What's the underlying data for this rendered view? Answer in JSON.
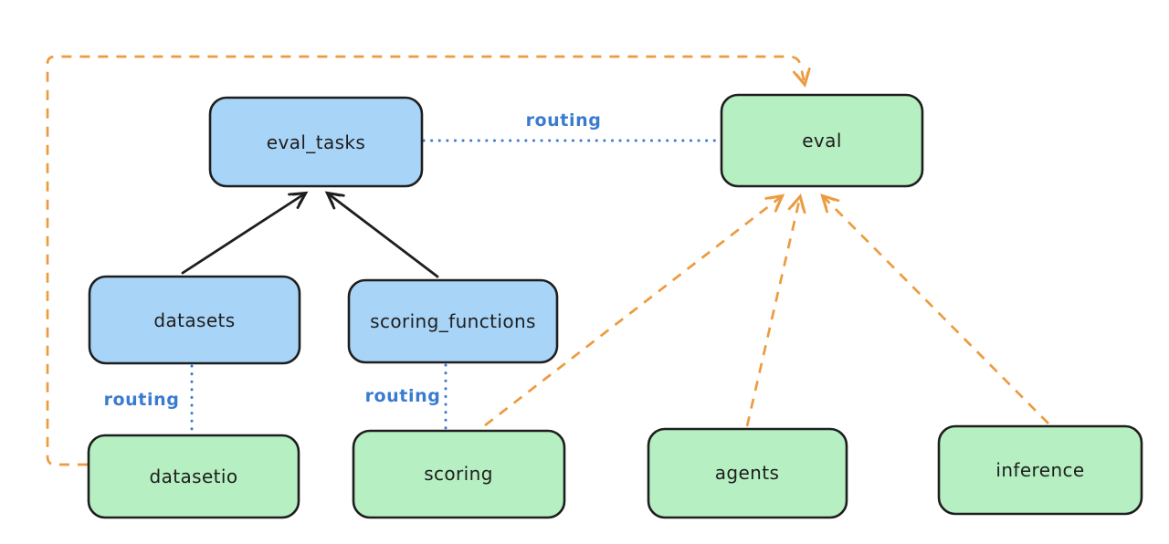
{
  "diagram": {
    "nodes": [
      {
        "id": "eval_tasks",
        "label": "eval_tasks",
        "fill": "blue"
      },
      {
        "id": "eval",
        "label": "eval",
        "fill": "green"
      },
      {
        "id": "datasets",
        "label": "datasets",
        "fill": "blue"
      },
      {
        "id": "scoring_functions",
        "label": "scoring_functions",
        "fill": "blue"
      },
      {
        "id": "datasetio",
        "label": "datasetio",
        "fill": "green"
      },
      {
        "id": "scoring",
        "label": "scoring",
        "fill": "green"
      },
      {
        "id": "agents",
        "label": "agents",
        "fill": "green"
      },
      {
        "id": "inference",
        "label": "inference",
        "fill": "green"
      }
    ],
    "edges": [
      {
        "from": "datasets",
        "to": "eval_tasks",
        "style": "solid-arrow",
        "color": "black"
      },
      {
        "from": "scoring_functions",
        "to": "eval_tasks",
        "style": "solid-arrow",
        "color": "black"
      },
      {
        "from": "eval_tasks",
        "to": "eval",
        "style": "dotted",
        "color": "blue",
        "label": "routing"
      },
      {
        "from": "datasets",
        "to": "datasetio",
        "style": "dotted",
        "color": "blue",
        "label": "routing"
      },
      {
        "from": "scoring_functions",
        "to": "scoring",
        "style": "dotted",
        "color": "blue",
        "label": "routing"
      },
      {
        "from": "datasetio",
        "to": "eval",
        "style": "dashed-arrow",
        "color": "orange"
      },
      {
        "from": "scoring",
        "to": "eval",
        "style": "dashed-arrow",
        "color": "orange"
      },
      {
        "from": "agents",
        "to": "eval",
        "style": "dashed-arrow",
        "color": "orange"
      },
      {
        "from": "inference",
        "to": "eval",
        "style": "dashed-arrow",
        "color": "orange"
      }
    ],
    "colors": {
      "blue_fill": "#a8d4f7",
      "green_fill": "#b6efc1",
      "stroke": "#1e1e1e",
      "orange_accent": "#ec9b40",
      "blue_accent": "#3a7bd0",
      "background": "#ffffff"
    }
  }
}
